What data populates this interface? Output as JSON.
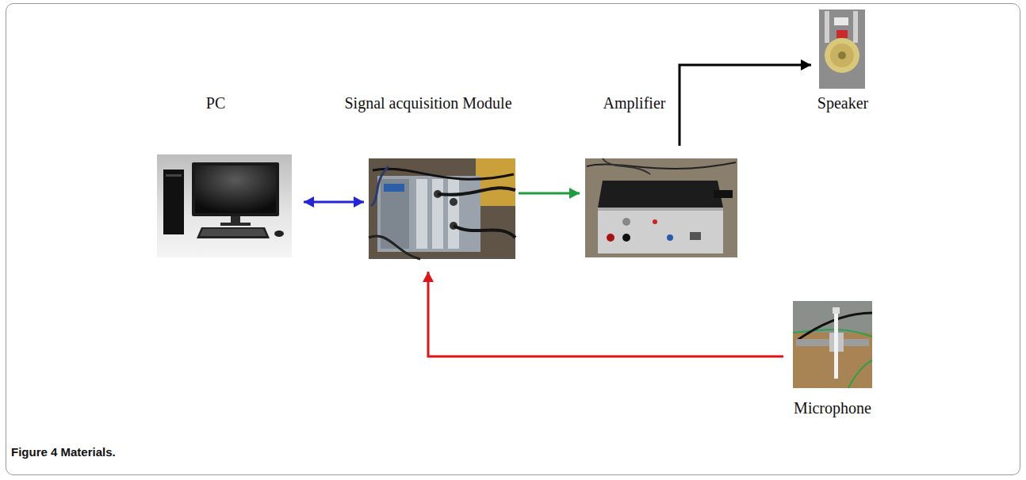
{
  "diagram": {
    "caption": "Figure 4 Materials.",
    "nodes": [
      {
        "text": [
          "PC"
        ]
      },
      {
        "text": [
          "Signal acquisition Module"
        ]
      },
      {
        "text": [
          "Amplifier"
        ]
      },
      {
        "text": [
          "Speaker"
        ]
      },
      {
        "text": [
          "Microphone"
        ]
      }
    ],
    "edges": [
      {
        "from": 0,
        "to": 1,
        "arrow": "both"
      },
      {
        "from": 1,
        "to": 2,
        "arrow": "to"
      },
      {
        "from": 2,
        "to": 3,
        "arrow": "to"
      },
      {
        "from": 4,
        "to": 1,
        "arrow": "to"
      }
    ]
  }
}
